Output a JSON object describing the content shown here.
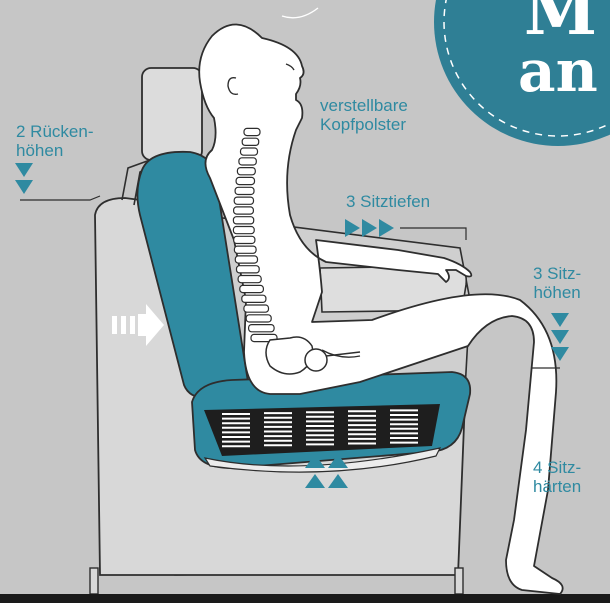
{
  "labels": {
    "rueckenhoehen": "2 Rücken-\nhöhen",
    "kopfpolster": "verstellbare\nKopfpolster",
    "sitztiefen": "3 Sitztiefen",
    "sitzhoehen": "3 Sitz-\nhöhen",
    "sitzhaerten": "4 Sitz-\nhärten"
  },
  "badge": {
    "line1": "M",
    "line2": "an"
  },
  "colors": {
    "background": "#c6c6c6",
    "accent": "#2f8aa1",
    "badge": "#2f7f95",
    "chair": "#d7d7d7",
    "body_fill": "#ffffff",
    "outline": "#2e2e2e"
  },
  "icons": {
    "push_arrow": "triple-chevron-arrow-icon",
    "depth_arrows": "triple-triangle-right-icon",
    "down_arrows": "stacked-triangle-down-icon",
    "up_arrows": "stacked-triangle-up-icon"
  }
}
